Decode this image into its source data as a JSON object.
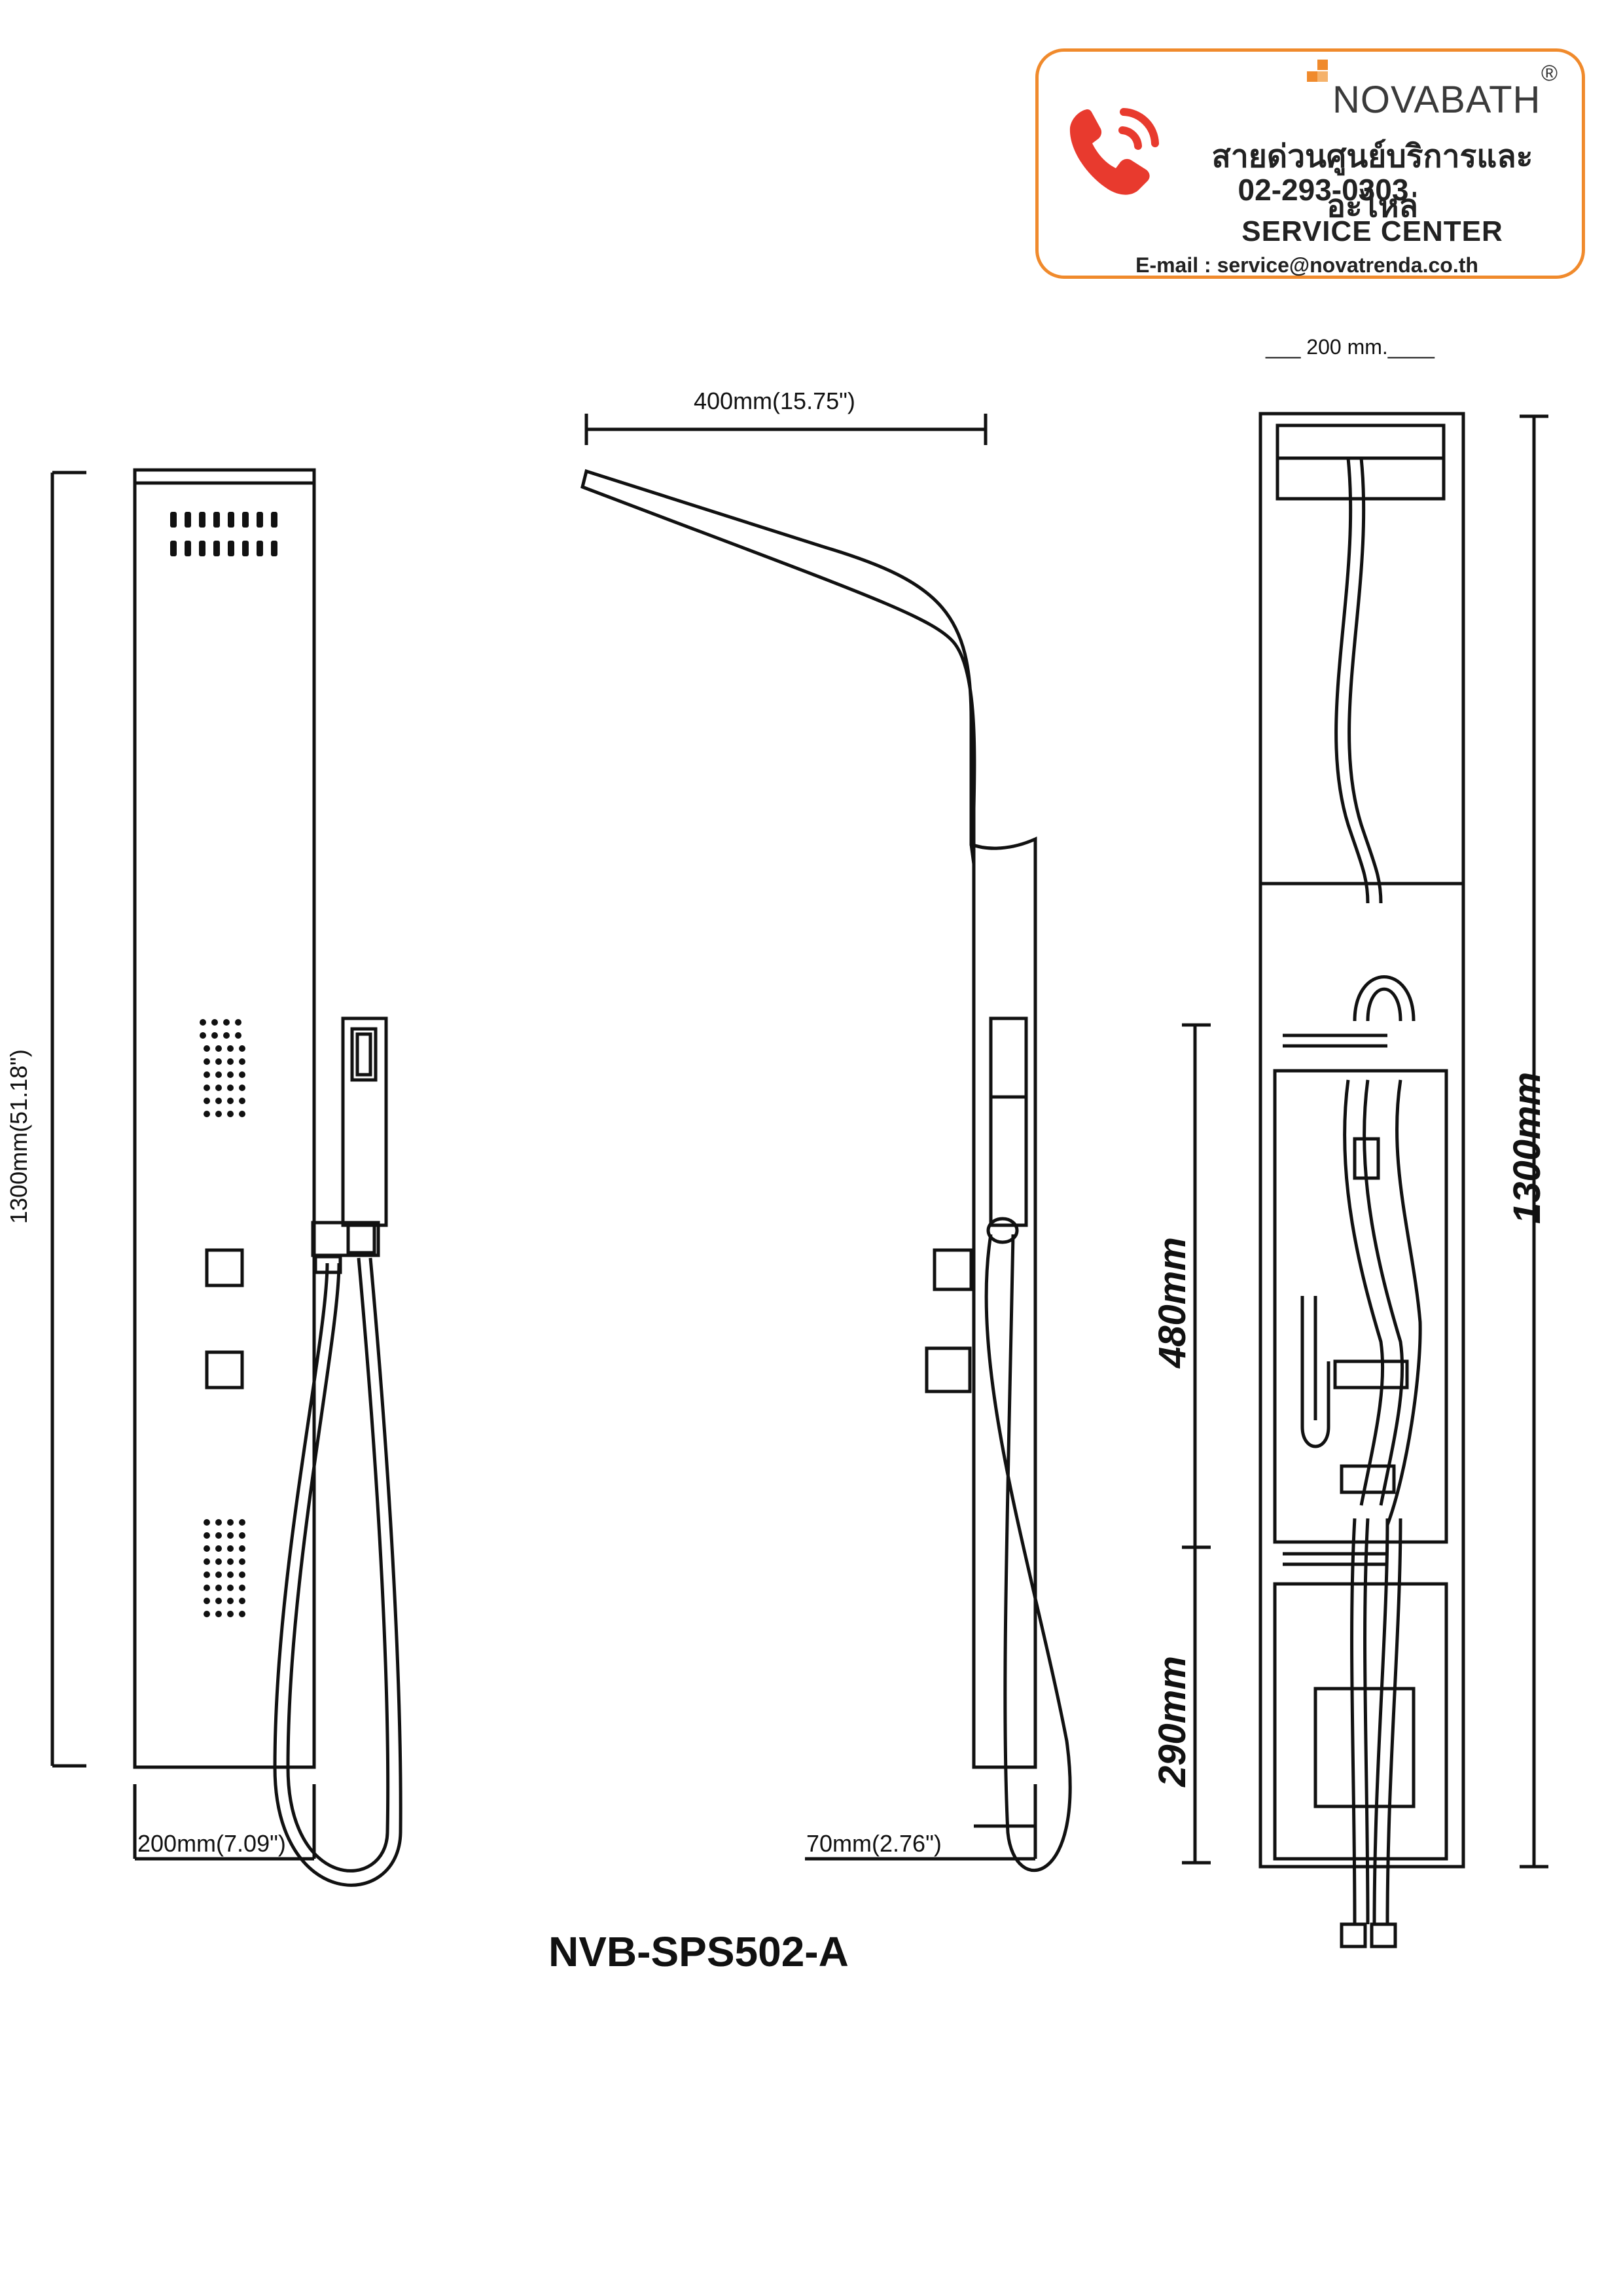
{
  "brand": {
    "name": "NOVABATH",
    "registered": "®",
    "hotline": "สายด่วนศูนย์บริการและอะไหล่",
    "phone": "02-293-0303",
    "service": "SERVICE CENTER",
    "email": "E-mail : service@novatrenda.co.th",
    "colors": {
      "border": "#f08a2c",
      "phone_icon": "#e83a2e",
      "logo_square_orange": "#f08a2c",
      "logo_square_light": "#f5b26b"
    },
    "icon": "phone-ringing-icon"
  },
  "dimensions": {
    "front_height": "1300mm(51.18\")",
    "front_width": "200mm(7.09\")",
    "side_arm_length": "400mm(15.75\")",
    "side_depth": "70mm(2.76\")",
    "rear_width": "___ 200 mm.____",
    "rear_height": "1300mm",
    "rear_mid": "480mm",
    "rear_bottom": "290mm"
  },
  "model": "NVB-SPS502-A"
}
